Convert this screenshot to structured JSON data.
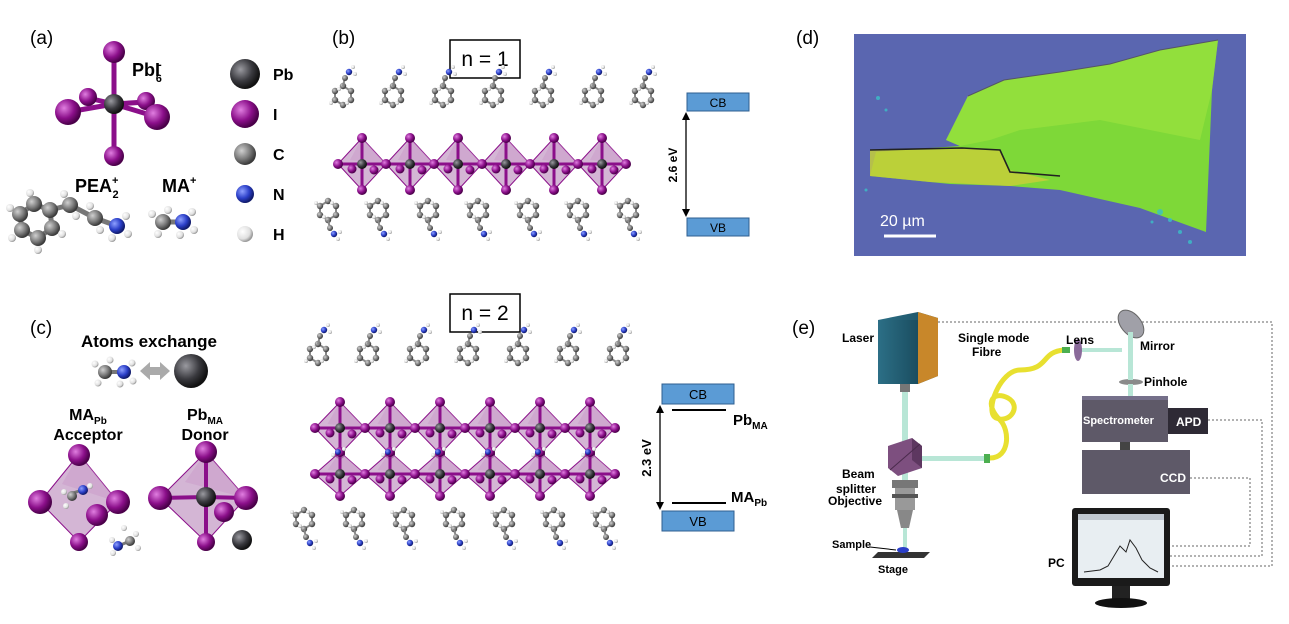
{
  "panels": {
    "a": {
      "label": "(a)",
      "octahedron_label": "PbI",
      "octahedron_sub": "6",
      "octahedron_sup": "-",
      "pea_label": "PEA",
      "pea_sub": "2",
      "pea_sup": "+",
      "ma_label": "MA",
      "ma_sup": "+",
      "legend": [
        {
          "symbol": "Pb",
          "color": "#3a3a3f"
        },
        {
          "symbol": "I",
          "color": "#8b0f8a"
        },
        {
          "symbol": "C",
          "color": "#7a7a7a"
        },
        {
          "symbol": "N",
          "color": "#2b3fc8"
        },
        {
          "symbol": "H",
          "color": "#e8e8e8"
        }
      ]
    },
    "b": {
      "label": "(b)",
      "n_label": "n = 1",
      "cb": "CB",
      "vb": "VB",
      "gap": "2.6 eV"
    },
    "c": {
      "label": "(c)",
      "title": "Atoms exchange",
      "acceptor_main": "MA",
      "acceptor_sub": "Pb",
      "acceptor_role": "Acceptor",
      "donor_main": "Pb",
      "donor_sub": "MA",
      "donor_role": "Donor",
      "n_label": "n = 2",
      "cb": "CB",
      "vb": "VB",
      "gap": "2.3 eV",
      "donor_level_main": "Pb",
      "donor_level_sub": "MA",
      "acceptor_level_main": "MA",
      "acceptor_level_sub": "Pb"
    },
    "d": {
      "label": "(d)",
      "scale_bar": "20 µm",
      "substrate_color": "#5a66b0",
      "flake_color": "#8fe034"
    },
    "e": {
      "label": "(e)",
      "components": {
        "laser": "Laser",
        "lens": "Lens",
        "mirror": "Mirror",
        "fibre_line1": "Single mode",
        "fibre_line2": "Fibre",
        "pinhole": "Pinhole",
        "spectrometer": "Spectrometer",
        "apd": "APD",
        "ccd": "CCD",
        "beam_splitter_line1": "Beam",
        "beam_splitter_line2": "splitter",
        "objective": "Objective",
        "sample": "Sample",
        "stage": "Stage",
        "pc": "PC"
      }
    }
  },
  "colors": {
    "band": "#5b9bd5",
    "iodine": "#8b0f8a",
    "octahedron_fill": "#b07ab2",
    "fibre": "#e8e030",
    "beam": "#b8e6d6"
  }
}
